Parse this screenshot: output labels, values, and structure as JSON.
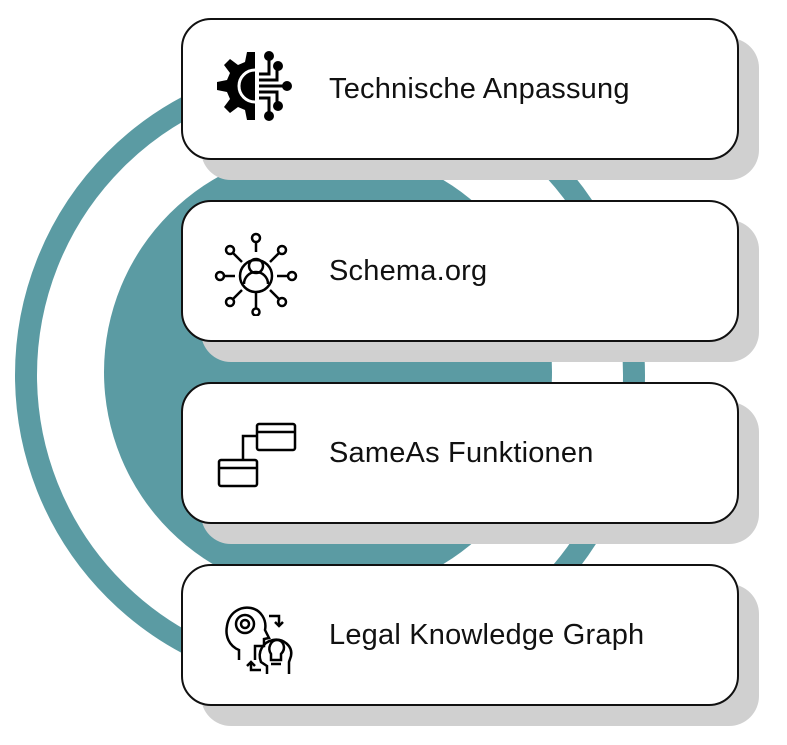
{
  "colors": {
    "accent": "#5b9ba3",
    "shadow": "#d0d0d0",
    "border": "#111111"
  },
  "items": [
    {
      "label": "Technische Anpassung",
      "icon": "gear-circuit-icon"
    },
    {
      "label": "Schema.org",
      "icon": "user-network-icon"
    },
    {
      "label": "SameAs Funktionen",
      "icon": "linked-windows-icon"
    },
    {
      "label": "Legal Knowledge Graph",
      "icon": "heads-idea-exchange-icon"
    }
  ]
}
